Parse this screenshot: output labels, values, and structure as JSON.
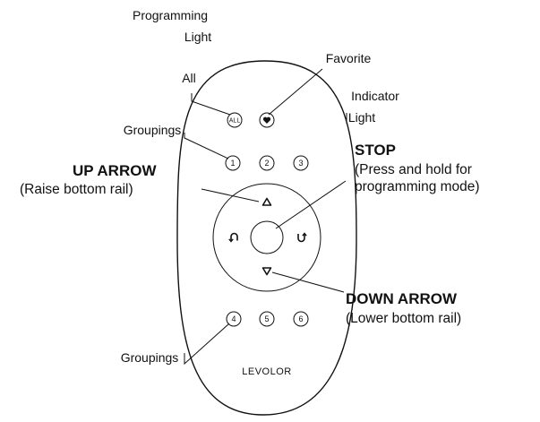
{
  "labels": {
    "programming_light_line1": "Programming",
    "programming_light_line2": "Light",
    "all": "All",
    "favorite": "Favorite",
    "indicator_light_line1": "Indicator",
    "indicator_light_line2": "Light",
    "groupings_top": "Groupings",
    "groupings_bottom": "Groupings",
    "stop_title": "STOP",
    "stop_desc_line1": "(Press and hold for",
    "stop_desc_line2": "programming mode)",
    "up_arrow_title": "UP ARROW",
    "up_arrow_desc": "(Raise bottom rail)",
    "down_arrow_title": "DOWN ARROW",
    "down_arrow_desc": "(Lower bottom rail)"
  },
  "remote": {
    "brand": "LEVOLOR",
    "all_button": "ALL",
    "group_buttons_top": [
      "1",
      "2",
      "3"
    ],
    "group_buttons_bottom": [
      "4",
      "5",
      "6"
    ]
  },
  "colors": {
    "outline": "#111111",
    "background": "#ffffff"
  }
}
